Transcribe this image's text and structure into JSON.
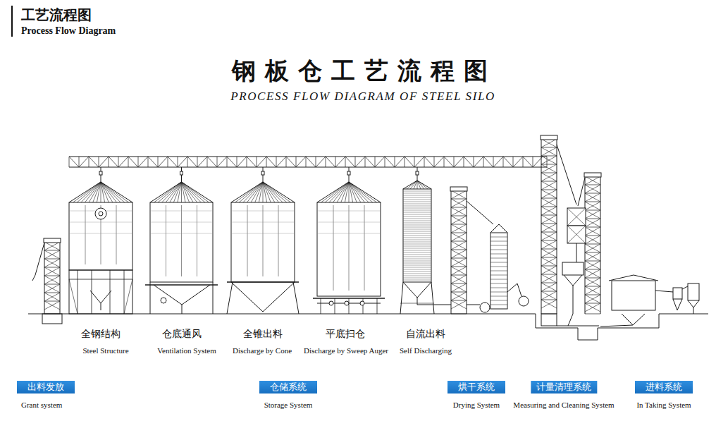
{
  "diagram": {
    "title": "钢板仓工艺流程图",
    "nodes": [
      {
        "text": [
          "出料发放",
          "Grant system"
        ]
      },
      {
        "text": [
          "仓储系统",
          "Storage System"
        ]
      },
      {
        "text": [
          "烘干系统",
          "Drying System"
        ]
      },
      {
        "text": [
          "计量清理系统",
          "Measuring and Cleaning System"
        ]
      },
      {
        "text": [
          "进料系统",
          "In Taking System"
        ]
      }
    ],
    "labels": [
      "工艺流程图",
      "Process Flow Diagram",
      "PROCESS FLOW DIAGRAM OF STEEL SILO",
      "全钢结构",
      "Steel Structure",
      "仓底通风",
      "Ventilation System",
      "全锥出料",
      "Discharge by Cone",
      "平底扫仓",
      "Discharge by Sweep Auger",
      "自流出料",
      "Self Discharging"
    ]
  }
}
